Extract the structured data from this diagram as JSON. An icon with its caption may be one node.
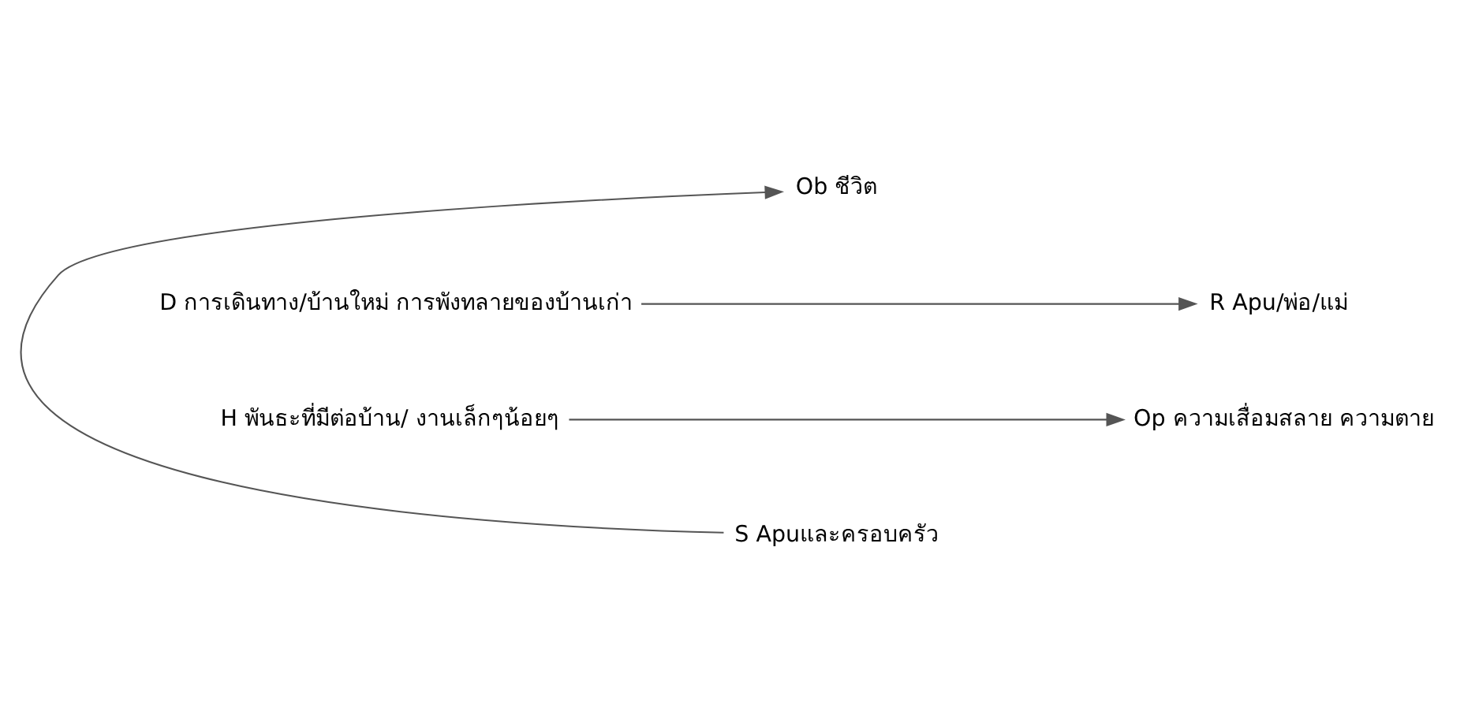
{
  "diagram": {
    "nodes": [
      {
        "text": [
          "Ob ชีวิต"
        ]
      },
      {
        "text": [
          "D การเดินทาง/บ้านใหม่ การพังทลายของบ้านเก่า"
        ]
      },
      {
        "text": [
          "R Apu/พ่อ/แม่"
        ]
      },
      {
        "text": [
          "H พันธะที่มีต่อบ้าน/ งานเล็กๆน้อยๆ"
        ]
      },
      {
        "text": [
          "Op ความเสื่อมสลาย ความตาย"
        ]
      },
      {
        "text": [
          "S Apuและครอบครัว"
        ]
      }
    ],
    "edges": [
      {
        "from": 1,
        "to": 2,
        "arrow": "to"
      },
      {
        "from": 3,
        "to": 4,
        "arrow": "to"
      },
      {
        "from": 5,
        "to": 0,
        "arrow": "to"
      }
    ]
  }
}
